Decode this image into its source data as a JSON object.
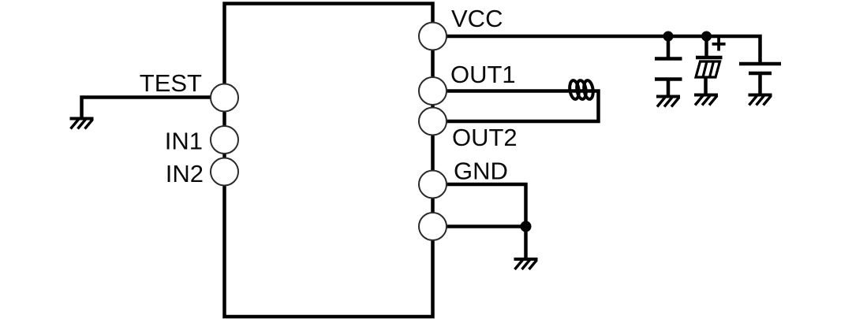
{
  "diagram": {
    "kind": "application-circuit-schematic",
    "colors": {
      "background": "#ffffff",
      "line": "#000000",
      "text": "#0a0a0a"
    },
    "labels": {
      "test": "TEST",
      "in1": "IN1",
      "in2": "IN2",
      "vcc": "VCC",
      "out1": "OUT1",
      "out2": "OUT2",
      "gnd": "GND",
      "electrolytic_plus": "+"
    },
    "icons": {
      "ground": "ground-symbol",
      "junction": "junction-dot",
      "inductor": "inductor-coil",
      "capacitor": "capacitor-symbol",
      "electrolytic_capacitor": "electrolytic-capacitor-symbol"
    }
  }
}
